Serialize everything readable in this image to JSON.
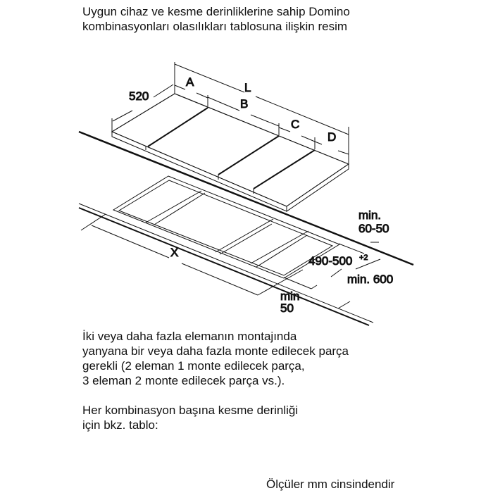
{
  "title_lines": [
    "Uygun cihaz ve kesme derinliklerine sahip Domino",
    "kombinasyonları olasılıkları tablosuna ilişkin resim"
  ],
  "diagram": {
    "labels": {
      "depth": "520",
      "a": "A",
      "b": "B",
      "c": "C",
      "d": "D",
      "l": "L",
      "x": "X",
      "min_top_1": "min.",
      "min_top_2": "60-50",
      "cut_depth": "490-500",
      "cut_tol": "+2",
      "min_600": "min. 600",
      "min_front_1": "min",
      "min_front_2": "50"
    }
  },
  "body_lines": [
    "İki veya daha fazla elemanın montajında",
    "yanyana bir veya daha fazla monte edilecek parça",
    "gerekli (2 eleman 1 monte edilecek parça,",
    "3 eleman 2 monte edilecek parça vs.)."
  ],
  "note_lines": [
    "Her kombinasyon başına kesme derinliği",
    "için bkz. tablo:"
  ],
  "footer": "Ölçüler mm cinsindendir"
}
